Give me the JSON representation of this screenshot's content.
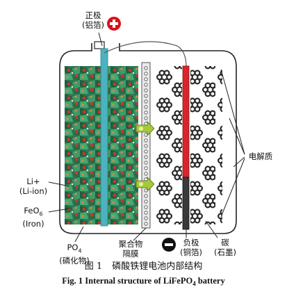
{
  "labels": {
    "cathode_cn": "正极",
    "cathode_foil": "(铝箔)",
    "anode_cn": "负极",
    "anode_foil": "(铜箔)",
    "electrolyte": "电解质",
    "li_plus": "Li+",
    "li_ion": "(Li-ion)",
    "feo": "FeO",
    "feo_sub": "6",
    "iron": "(Iron)",
    "po": "PO",
    "po_sub": "4",
    "phosphide": "(磷化物)",
    "separator_1": "聚合物",
    "separator_2": "隔膜",
    "carbon": "碳",
    "graphite": "(石墨)"
  },
  "symbols": {
    "positive": "plus-circle",
    "negative": "minus-circle"
  },
  "colors": {
    "positive_symbol": "#d7131b",
    "negative_symbol": "#111111",
    "anode_collector": "#d6262b",
    "cathode_collector": "#4bb3bf",
    "arrow": "#a6c93a"
  },
  "caption": {
    "cn_fig": "图  1",
    "cn_text": "磷酸铁锂电池内部结构",
    "en_main": "Fig. 1 Internal structure of LiFePO",
    "en_sub": "4",
    "en_tail": " battery"
  }
}
